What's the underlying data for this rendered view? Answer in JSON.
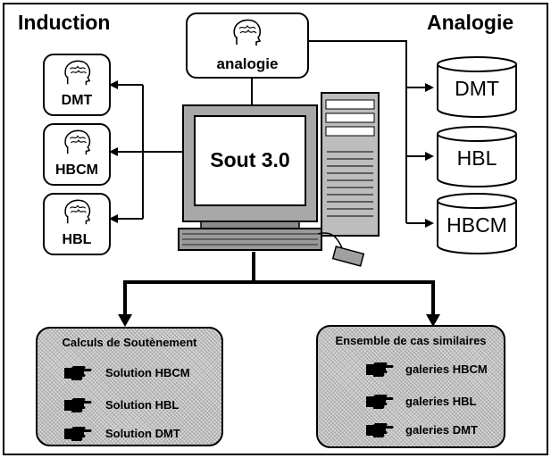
{
  "headings": {
    "left": "Induction",
    "right": "Analogie"
  },
  "analogie_box": {
    "label": "analogie",
    "icon": "brain-head-icon"
  },
  "induction_boxes": [
    {
      "label": "DMT",
      "icon": "brain-head-icon"
    },
    {
      "label": "HBCM",
      "icon": "brain-head-icon"
    },
    {
      "label": "HBL",
      "icon": "brain-head-icon"
    }
  ],
  "databases": [
    {
      "label": "DMT"
    },
    {
      "label": "HBL"
    },
    {
      "label": "HBCM"
    }
  ],
  "computer": {
    "screen_label": "Sout 3.0"
  },
  "panel_left": {
    "title": "Calculs de Soutènement",
    "items": [
      {
        "label": "Solution HBCM",
        "icon": "pointing-hand-icon"
      },
      {
        "label": "Solution HBL",
        "icon": "pointing-hand-icon"
      },
      {
        "label": "Solution DMT",
        "icon": "pointing-hand-icon"
      }
    ]
  },
  "panel_right": {
    "title": "Ensemble de cas similaires",
    "items": [
      {
        "label": "galeries HBCM",
        "icon": "pointing-hand-icon"
      },
      {
        "label": "galeries HBL",
        "icon": "pointing-hand-icon"
      },
      {
        "label": "galeries DMT",
        "icon": "pointing-hand-icon"
      }
    ]
  }
}
